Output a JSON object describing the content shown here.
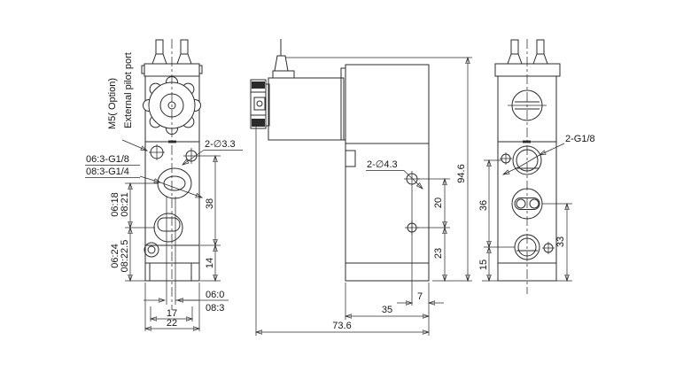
{
  "drawing": {
    "kind": "solenoid-valve dimensional drawing, three orthographic views",
    "colors": {
      "line": "#2b2b2b",
      "background": "#ffffff"
    },
    "front": {
      "label_m5": "M5( Option)",
      "label_external_pilot": "External pilot port",
      "label_port_g18": "06:3-G1/8",
      "label_port_g14": "08:3-G1/4",
      "label_holes": "2-∅3.3",
      "dim_38": "38",
      "dim_14": "14",
      "dim_top_06": "06:18",
      "dim_top_08": "08:21",
      "dim_bottom_06": "06:24",
      "dim_bottom_08": "08:22.5",
      "offset_06": "06:0",
      "offset_08": "08:3",
      "dim_17": "17",
      "dim_22": "22"
    },
    "side": {
      "label_holes": "2-∅4.3",
      "dim_20": "20",
      "dim_23": "23",
      "dim_height": "94.6",
      "dim_7": "7",
      "dim_35": "35",
      "dim_depth": "73.6"
    },
    "rear": {
      "label_ports": "2-G1/8",
      "dim_36": "36",
      "dim_15": "15",
      "dim_33": "33"
    }
  }
}
